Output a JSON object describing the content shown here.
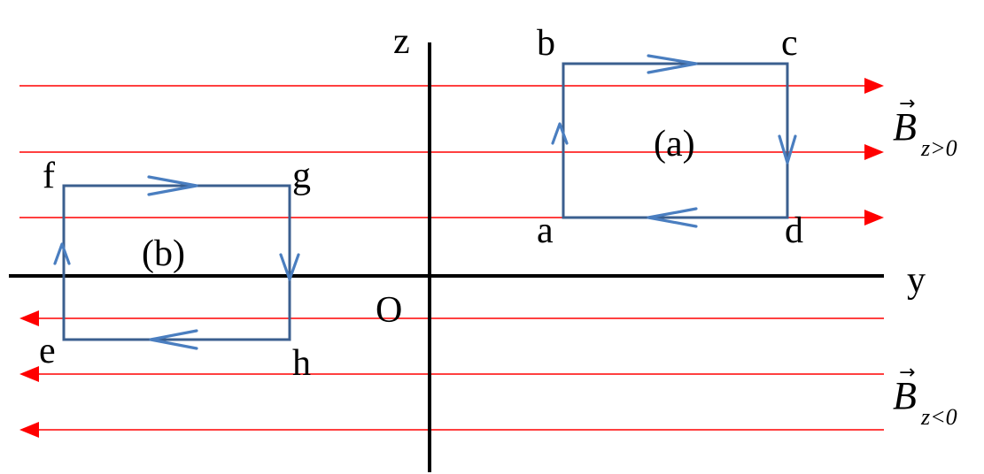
{
  "colors": {
    "field": "#ff0000",
    "loop": "#3b5f8f",
    "direction_arrow": "#4a7ec0",
    "axis": "#000000",
    "background": "#ffffff"
  },
  "axes": {
    "z_label": "z",
    "y_label": "y",
    "origin_label": "O"
  },
  "field": {
    "upper": {
      "vector": "B",
      "subscript": "z>0",
      "direction": "+y"
    },
    "lower": {
      "vector": "B",
      "subscript": "z<0",
      "direction": "-y"
    }
  },
  "loops": {
    "a": {
      "label": "(a)",
      "corners": {
        "bottom_left": "a",
        "top_left": "b",
        "top_right": "c",
        "bottom_right": "d"
      },
      "circulation": "a→b→c→d→a"
    },
    "b": {
      "label": "(b)",
      "corners": {
        "bottom_left": "e",
        "top_left": "f",
        "top_right": "g",
        "bottom_right": "h"
      },
      "circulation": "e→f→g→h→e"
    }
  }
}
